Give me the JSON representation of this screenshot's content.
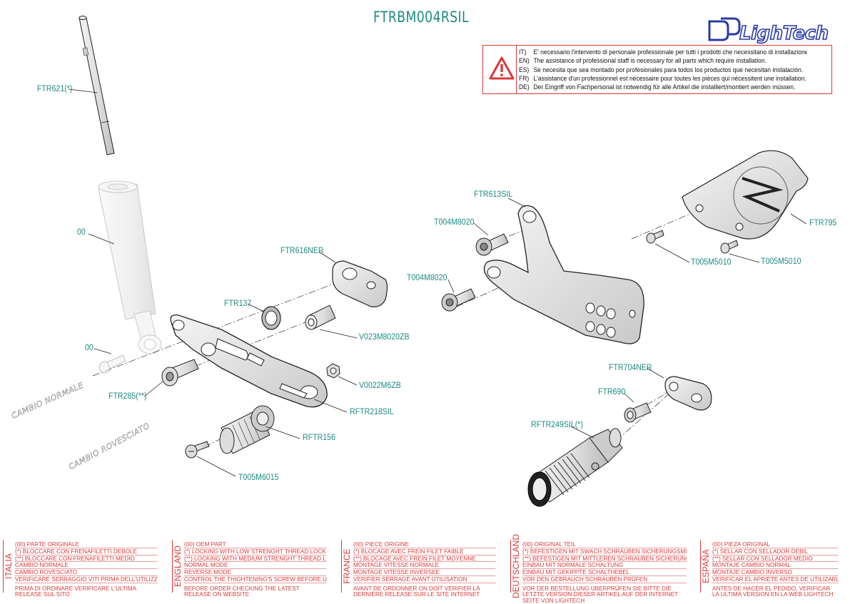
{
  "title": "FTRBM004RSIL",
  "logo_text": "LighTech",
  "warning": {
    "lines": [
      {
        "code": "IT)",
        "text": "E' necessario l'intervento di personale professionale per tutti i prodotti che necessitano di installazione."
      },
      {
        "code": "EN)",
        "text": "The assistance of professional staff is necessary for all parts which require installation."
      },
      {
        "code": "ES)",
        "text": "Se necesita que sea montado por profesionales para todos los productos que necesitan instalación."
      },
      {
        "code": "FR)",
        "text": "L'assistance d'un professionnel est nécessaire pour toutes les pièces qui nécessitent une installation."
      },
      {
        "code": "DE)",
        "text": "Der Eingriff von Fachpersonal ist notwendig  für alle Artikel die installiert/montiert werden müssen."
      }
    ]
  },
  "part_labels": {
    "ftr621": "FTR621(*)",
    "oem_upper": "00",
    "ftr616ner": "FTR616NER",
    "ftr137": "FTR137",
    "v023": "V023M8020ZB",
    "oem_lower": "00",
    "ftr285": "FTR285(**)",
    "v0022": "V0022M6ZB",
    "rftr218sil": "RFTR218SIL",
    "rftr156": "RFTR156",
    "t005m6015": "T005M6015",
    "ftr613sil": "FTR613SIL",
    "t004_top": "T004M8020",
    "t004_mid": "T004M8020",
    "ftr795": "FTR795",
    "t005m5010_a": "T005M5010",
    "t005m5010_b": "T005M5010",
    "ftr704ner": "FTR704NER",
    "ftr690": "FTR690",
    "rftr249sil": "RFTR249SIL(*)"
  },
  "modes": {
    "normal": "CAMBIO NORMALE",
    "reversed": "CAMBIO ROVESCIATO"
  },
  "footer": [
    {
      "country": "ITALIA",
      "rows": [
        "(00) PARTE ORIGINALE",
        "(*)   BLOCCARE CON FRENAFILETTI DEBOLE",
        "(**)  BLOCCARE CON FRENAFILETTI MEDIO",
        "CAMBIO NORMALE",
        "CAMBIO ROVESCIATO",
        "VERIFICARE SERRAGGIO VITI PRIMA DELL'UTILIZZO"
      ],
      "note": "PRIMA DI ORDINARE VERIFICARE L'ULTIMA RELEASE SUL SITO"
    },
    {
      "country": "ENGLAND",
      "rows": [
        "(00) OEM PART",
        "(*)   LOCKING WITH LOW STRENGHT THREAD LOCKER",
        "(**)  LOCKING WITH MEDIUM STRENGHT THREAD LOCKER",
        "NORMAL MODE",
        "REVERSE MODE",
        "CONTROL THE THIGHTENING'S SCREW BEFORE USING"
      ],
      "note": "BEFORE ORDER CHECKING THE LATEST RELEASE ON WEBSITE"
    },
    {
      "country": "FRANCE",
      "rows": [
        "(00) PIECE ORIGINE",
        "(*)   BLOCAGE AVEC FREIN FILET FAIBLE",
        "(**)  BLOCAGE AVEC FREIN FILET MOYENNE",
        "MONTAGE VITESSE NORMALE",
        "MONTAGE VITESSE INVERSEE",
        "VERIFIER SERRAGE AVANT UTILISATION"
      ],
      "note": "AVANT DE ORDONNER ON DOIT VÉRIFIER LA DERNIÈRE RELEASE SUR LE SITE INTERNET"
    },
    {
      "country": "DEUTSCHLAND",
      "rows": [
        "(00) ORIGINAL TEIL",
        "(*)   BEFESTIGEN MIT SWACH SCHRAUBEN SICHERUNGSMITTEL",
        "(**)  BEFESTIGEN MIT MITTLEREN SCHRAUBEN SICHERUNGSMITTEL",
        "EINBAU MIT NORMALE SCHALTUNG",
        "EINBAU MIT GEKIPPTE SCHALTHEBEL",
        "VOR DEN GEBRAUCH SCHRAUBEN PRÜFEN"
      ],
      "note": "VOR DER BESTELLUNG ÜBERPRÜFEN SIE BITTE DIE LETZTE VERSION DIESER ARTIKEL AUF DER INTERNET SEITE VON LIGHTECH"
    },
    {
      "country": "ESPAÑA",
      "rows": [
        "(00) PIEZA ORIGINAL",
        "(*)   SELLAR CON SELLADOR DEBIL",
        "(**)  SELLAR CON SELLADOR MEDIO",
        "MONTAJE  CAMBIO NORMAL",
        "MONTAJE CAMBIO INVERSO",
        "VERIFICAR EL APRIETE ANTES DE UTILIZARLO"
      ],
      "note": "ANTES DE HACER EL PEDIDO, VERIFICAR LA ULTIMA VERSION EN LA WEB LIGHTECH"
    }
  ],
  "colors": {
    "accent": "#1e8a82",
    "warning_red": "#d93a3a",
    "logo_blue": "#2a3aa8"
  }
}
